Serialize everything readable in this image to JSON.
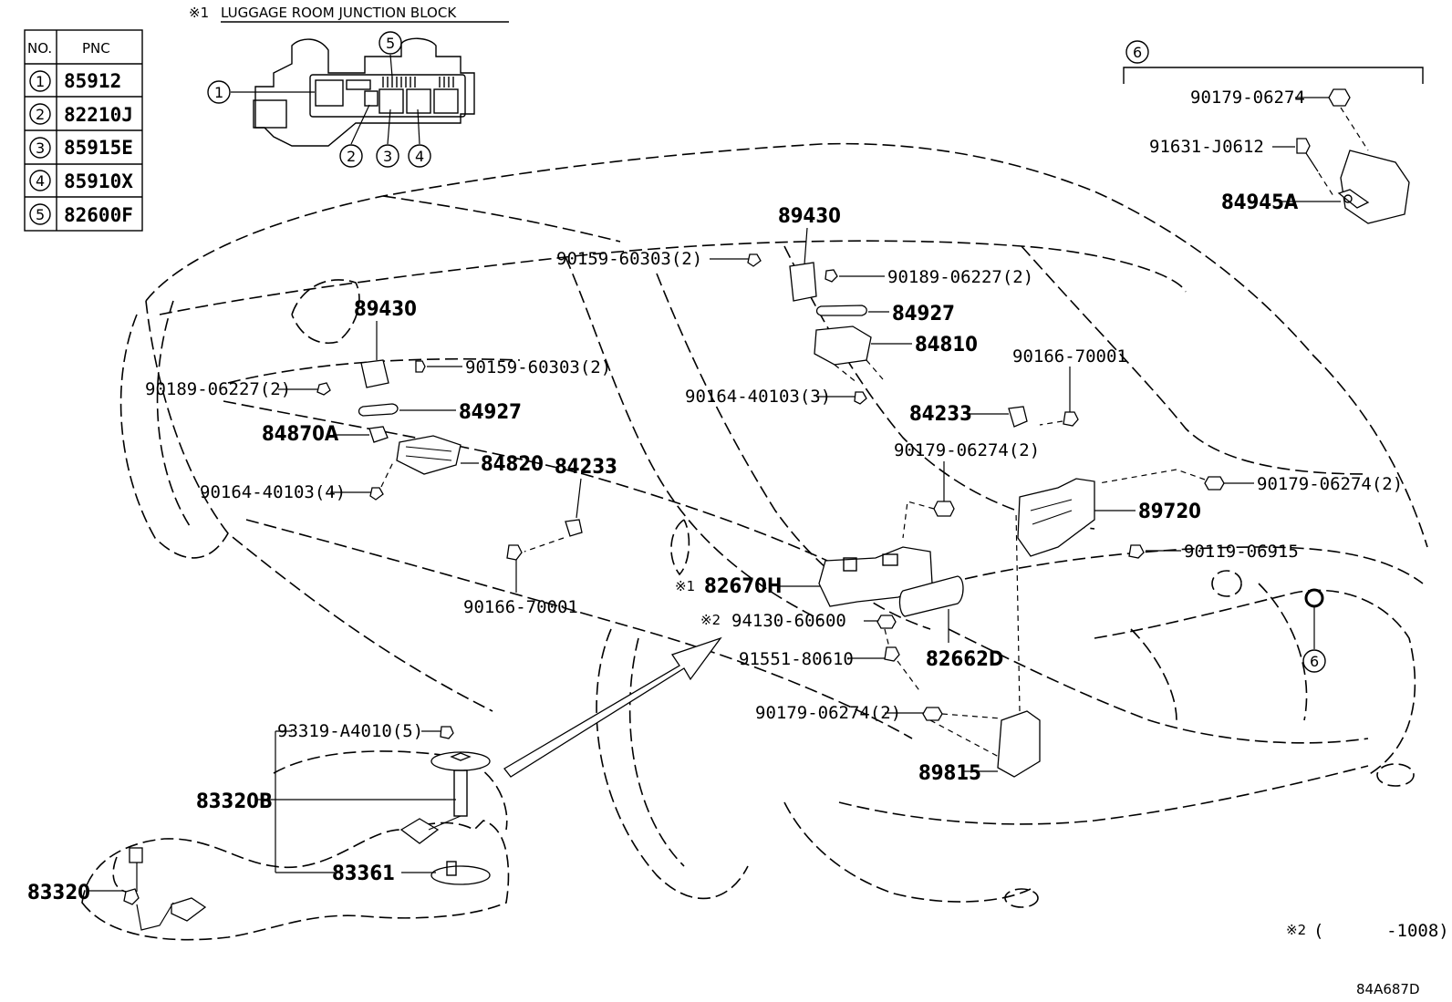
{
  "junction_block": {
    "marker": "※1",
    "title": "LUGGAGE ROOM JUNCTION BLOCK",
    "table_headers": [
      "NO.",
      "PNC"
    ],
    "table_rows": [
      {
        "no": "1",
        "pnc": "85912"
      },
      {
        "no": "2",
        "pnc": "82210J"
      },
      {
        "no": "3",
        "pnc": "85915E"
      },
      {
        "no": "4",
        "pnc": "85910X"
      },
      {
        "no": "5",
        "pnc": "82600F"
      }
    ],
    "callouts": [
      "1",
      "2",
      "3",
      "4",
      "5"
    ]
  },
  "group6": {
    "marker": "6",
    "nut": "90179-06274",
    "bolt": "91631-J0612",
    "sensor": "84945A"
  },
  "labels": {
    "front_ecu": "89430",
    "front_screw_a": "90159-60303(2)",
    "front_screw_b": "90189-06227(2)",
    "front_cover": "84927",
    "front_switch": "84870A",
    "front_switch_assy": "84820",
    "front_screw_c": "90164-40103(4)",
    "mid_sensor": "84233",
    "mid_screw": "90166-70001",
    "rear_ecu": "89430",
    "rear_screw_a": "90159-60303(2)",
    "rear_screw_b": "90189-06227(2)",
    "rear_cover": "84927",
    "rear_switch": "84810",
    "rear_screw_c": "90164-40103(3)",
    "rear_sensor_screw": "90166-70001",
    "rear_sensor": "84233",
    "nut_upper": "90179-06274(2)",
    "trunk_ecu": "89720",
    "trunk_nut": "90179-06274(2)",
    "trunk_bolt": "90119-06915",
    "jb_marker": "※1",
    "jb_part": "82670H",
    "nut_marker": "※2",
    "nut_part": "94130-60600",
    "relay_block": "82662D",
    "bolt_part": "91551-80610",
    "lower_nut": "90179-06274(2)",
    "lower_ecu": "89815",
    "circle6": "6",
    "fuel_screw": "93319-A4010(5)",
    "fuel_gauge_b": "83320B",
    "fuel_gauge": "83320",
    "fuel_set": "83361"
  },
  "footnote": {
    "marker": "※2",
    "text": "(      -1008)"
  },
  "diagram_code": "84A687D"
}
